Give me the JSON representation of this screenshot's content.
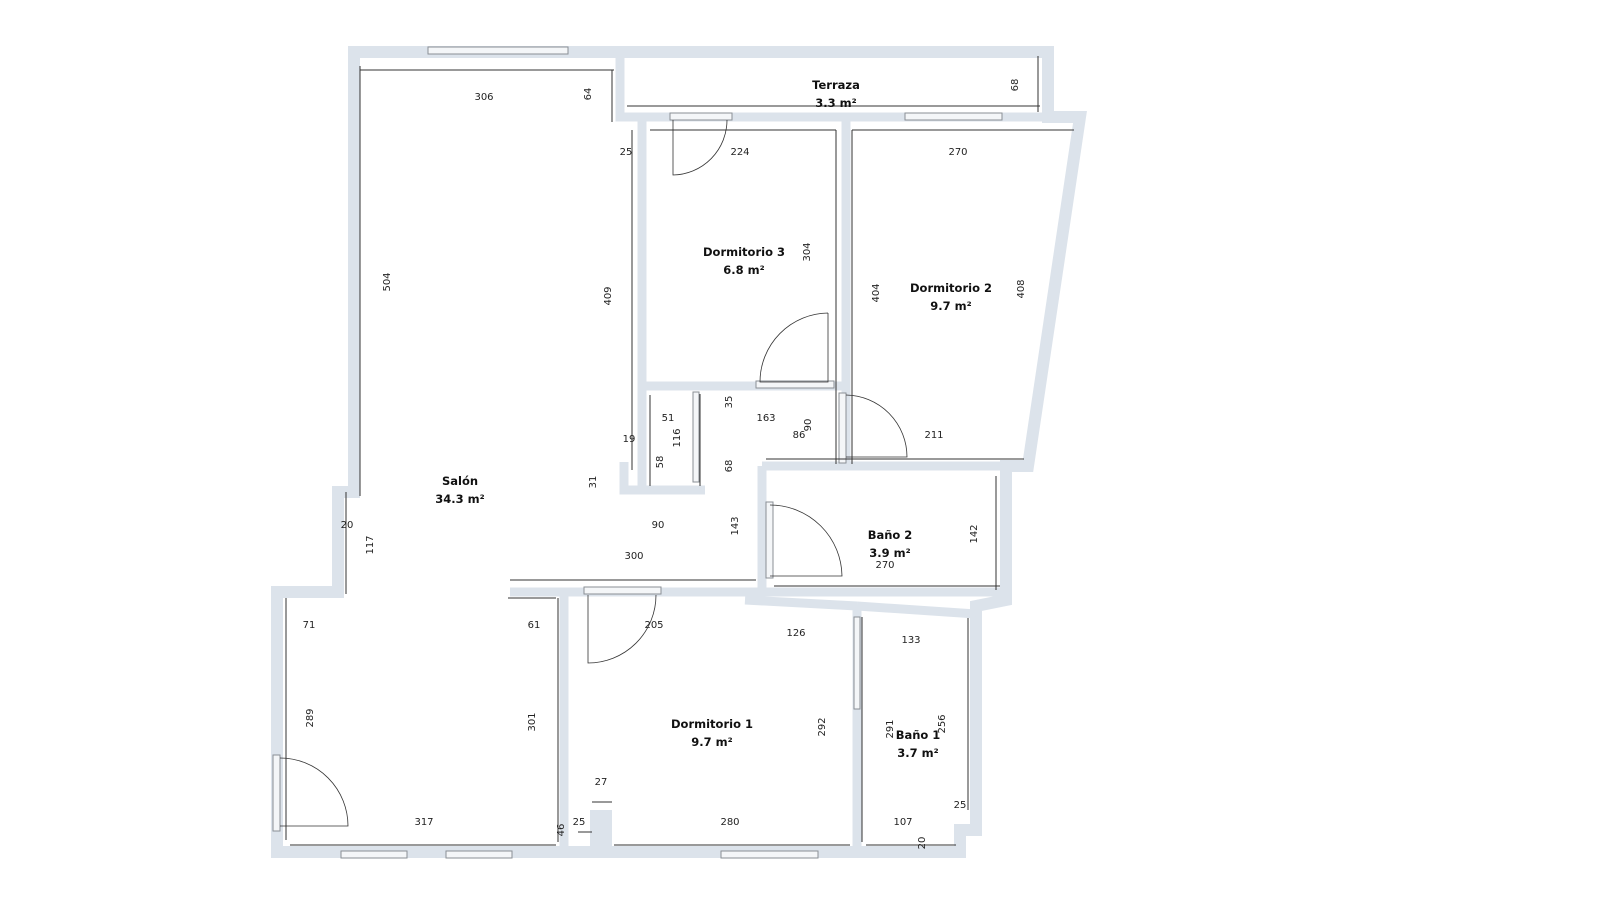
{
  "rooms": [
    {
      "name": "Terraza",
      "area": "3.3 m²"
    },
    {
      "name": "Dormitorio 3",
      "area": "6.8 m²"
    },
    {
      "name": "Dormitorio 2",
      "area": "9.7 m²"
    },
    {
      "name": "Salón",
      "area": "34.3 m²"
    },
    {
      "name": "Baño 2",
      "area": "3.9 m²"
    },
    {
      "name": "Dormitorio 1",
      "area": "9.7 m²"
    },
    {
      "name": "Baño 1",
      "area": "3.7 m²"
    }
  ],
  "dimensions": [
    "306",
    "64",
    "68",
    "25",
    "224",
    "270",
    "304",
    "504",
    "409",
    "404",
    "408",
    "51",
    "35",
    "163",
    "86",
    "90",
    "211",
    "19",
    "116",
    "58",
    "68",
    "31",
    "20",
    "90",
    "143",
    "142",
    "117",
    "300",
    "270",
    "71",
    "61",
    "205",
    "126",
    "133",
    "289",
    "301",
    "292",
    "291",
    "256",
    "27",
    "25",
    "317",
    "25",
    "280",
    "107",
    "46",
    "20"
  ],
  "colors": {
    "wall": "#dce3eb",
    "line": "#333333"
  }
}
